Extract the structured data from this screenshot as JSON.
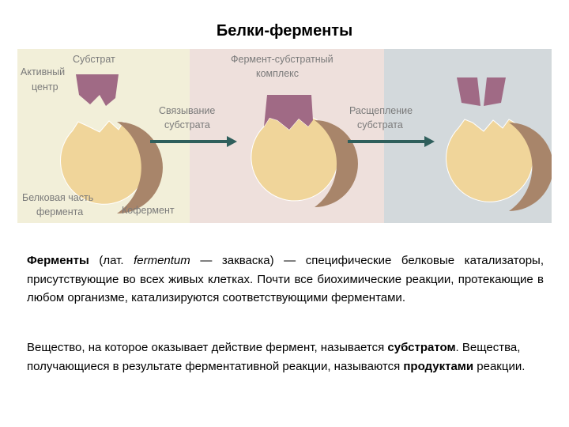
{
  "title": "Белки-ферменты",
  "diagram": {
    "labels": {
      "substrate": "Субстрат",
      "active_center_1": "Активный",
      "active_center_2": "центр",
      "binding_1": "Связывание",
      "binding_2": "субстрата",
      "complex_1": "Фермент-субстратный",
      "complex_2": "комплекс",
      "cleavage_1": "Расщепление",
      "cleavage_2": "субстрата",
      "protein_part_1": "Белковая часть",
      "protein_part_2": "фермента",
      "coenzyme": "Кофермент"
    },
    "colors": {
      "panel1": "#f2efd9",
      "panel2": "#eee0dc",
      "panel3": "#d3d9dc",
      "enzyme": "#f0d59a",
      "coenzyme": "#a8856a",
      "substrate": "#a06a85",
      "arrow": "#2f5f5c"
    }
  },
  "text": {
    "p1_term": "Ферменты",
    "p1_a": " (лат. ",
    "p1_latin": "fermentum",
    "p1_b": " — закваска) — специфические белковые катализаторы, присутствующие во всех живых клетках. Почти все биохимические реакции, протекающие в любом организме, катализируются соответствующими ферментами.",
    "p2_a": "Вещество, на которое оказывает действие фермент, называется ",
    "p2_substrate": "субстратом",
    "p2_b": ". Вещества, получающиеся в результате ферментативной реакции, называются ",
    "p2_products": "продуктами",
    "p2_c": " реакции."
  }
}
